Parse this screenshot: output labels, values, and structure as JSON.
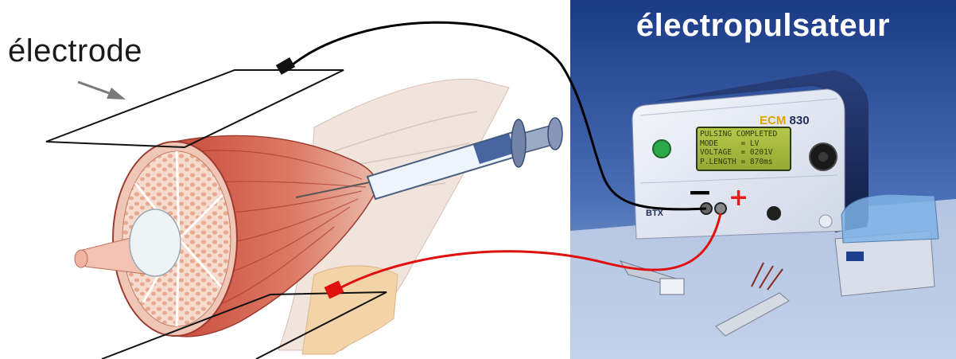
{
  "labels": {
    "electrode": "électrode",
    "device": "électropulsateur"
  },
  "device_panel": {
    "model_prefix": "ECM",
    "model_number": "830",
    "brand": "BTX",
    "lcd_lines": [
      "PULSING COMPLETED",
      "MODE     = LV",
      "VOLTAGE  = 0201V",
      "P.LENGTH = 870ms"
    ]
  },
  "polarity": {
    "negative": "−",
    "positive": "+"
  },
  "colors": {
    "muscle": "#d2604a",
    "fascicle": "#f3d2c4",
    "tendon": "#e9dad4",
    "photo_bg": "#1e3f8a",
    "wire_negative": "#000000",
    "wire_positive": "#e01010",
    "positive_mark": "#e81a1a"
  }
}
